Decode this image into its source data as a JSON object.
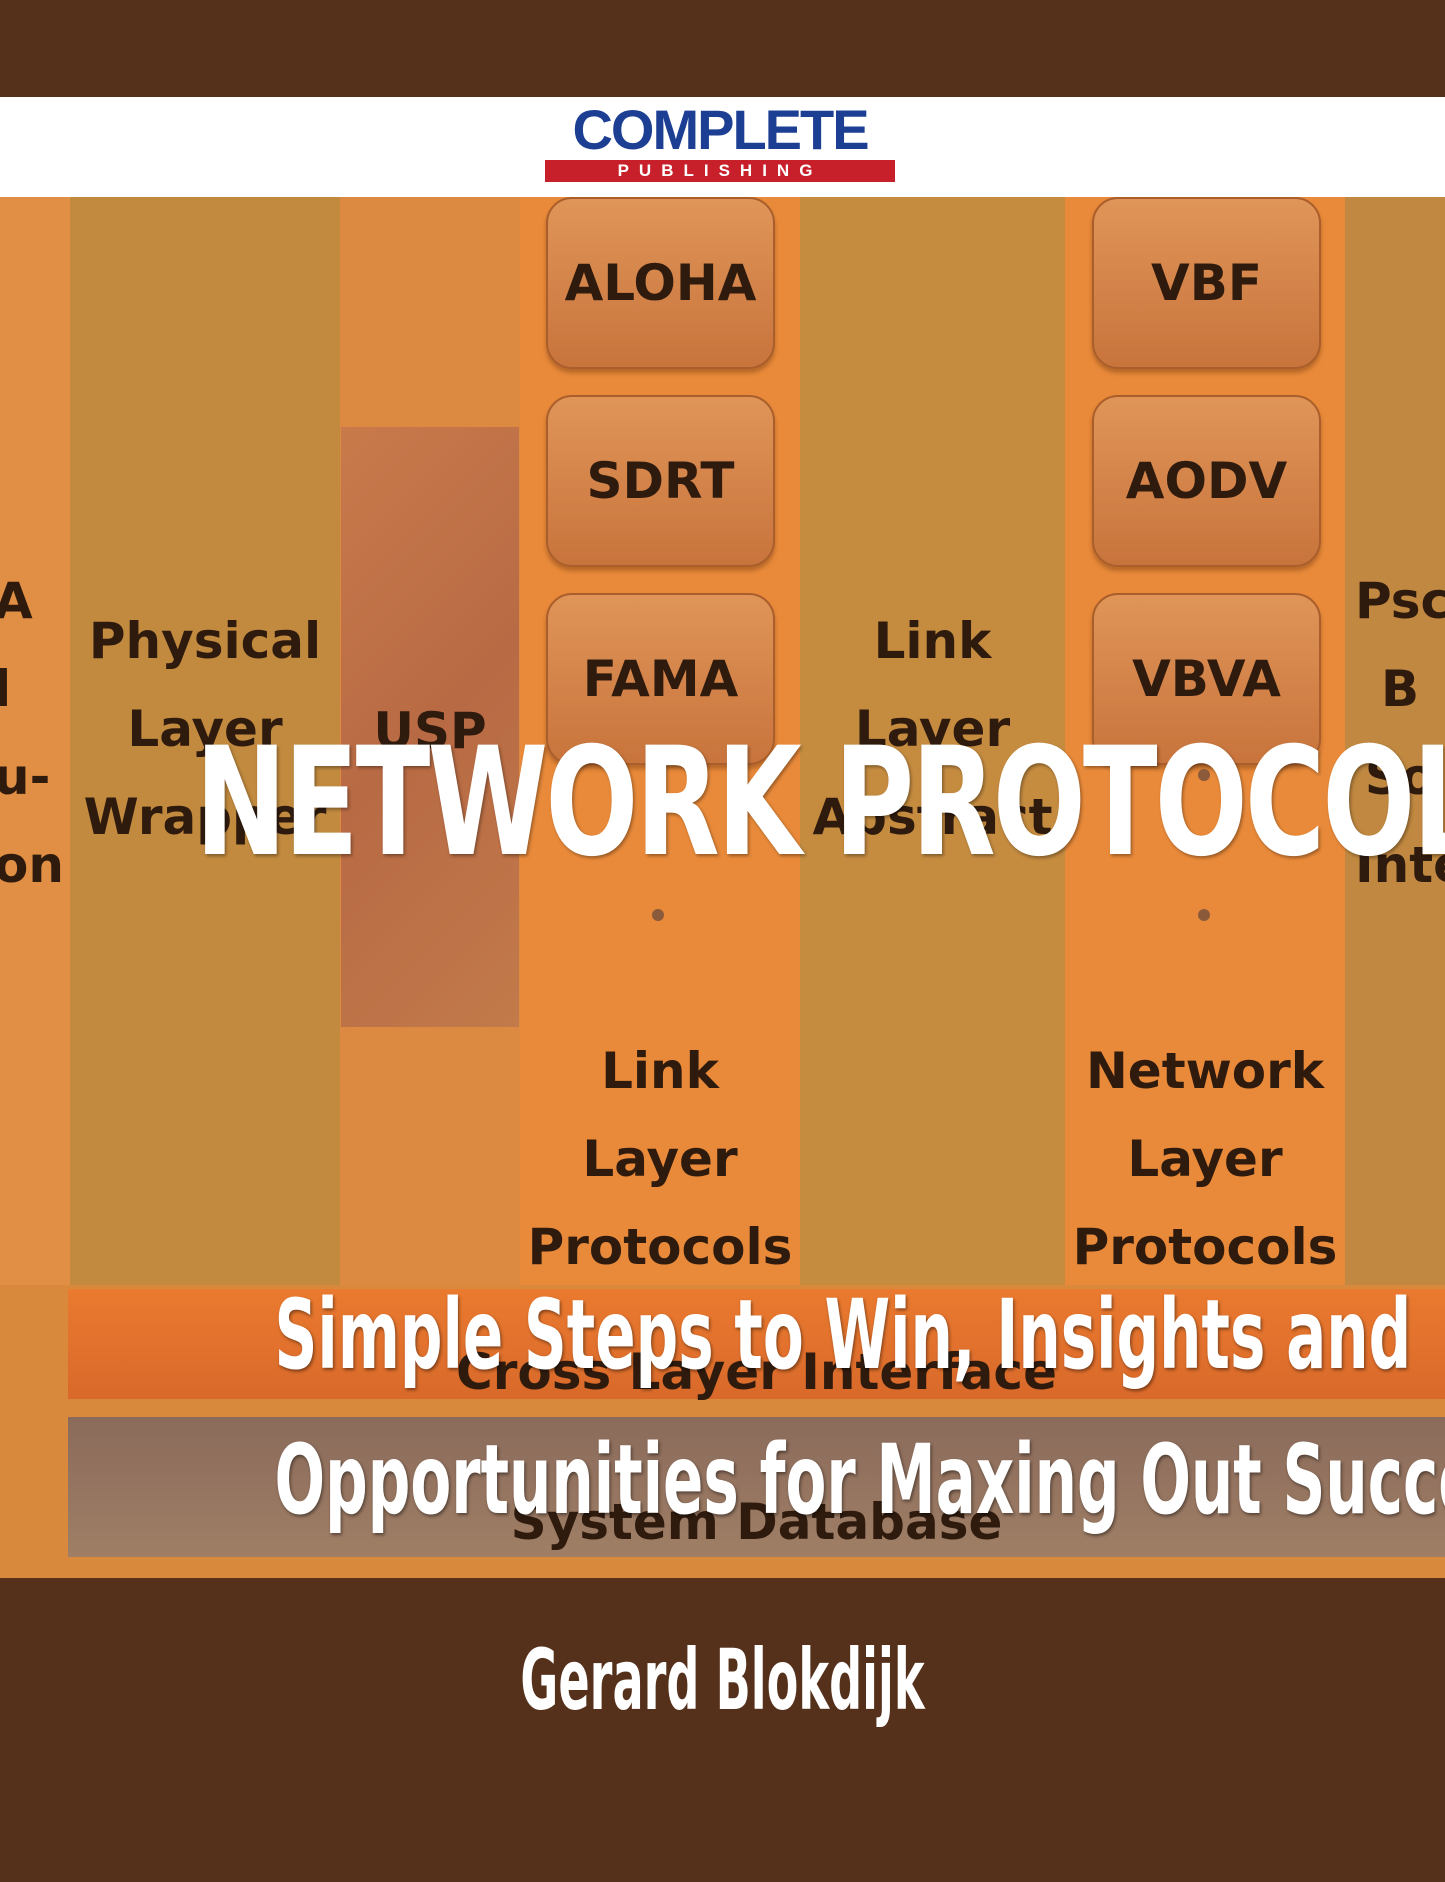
{
  "publisher": {
    "logo_main": "COMPLETE",
    "logo_sub": "PUBLISHING"
  },
  "cover": {
    "title": "Network Protocols",
    "subtitle_line1": "Simple Steps to Win, Insights and",
    "subtitle_line2": "Opportunities for Maxing Out Success",
    "author": "Gerard Blokdijk"
  },
  "diagram": {
    "left_edge_label": "A\nl\nu-\non",
    "physical_layer": "Physical\nLayer\nWrapper",
    "usp": "USP",
    "link_boxes": [
      "ALOHA",
      "SDRT",
      "FAMA"
    ],
    "link_layer_abstract": "Link\nLayer\nAbstract",
    "network_boxes": [
      "VBF",
      "AODV",
      "VBVA"
    ],
    "link_layer_protocols": "Link\nLayer\nProtocols",
    "network_layer_protocols": "Network\nLayer\nProtocols",
    "right_edge_label": "Psc\nB\nSo\nInte",
    "cross_layer": "Cross Layer Interface",
    "system_database": "System Database"
  },
  "colors": {
    "dark_band": "#55301b",
    "logo_blue": "#1d3f93",
    "logo_red": "#c8202a",
    "orange": "#e98a3a"
  }
}
